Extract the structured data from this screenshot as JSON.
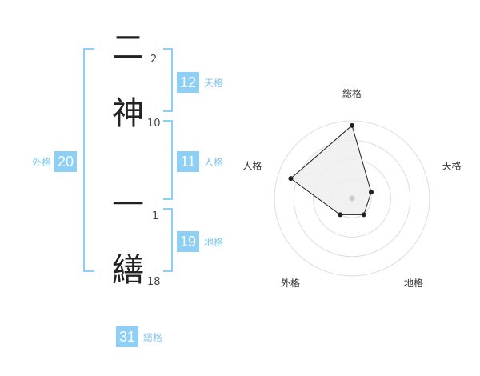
{
  "name": {
    "chars": [
      {
        "char": "二",
        "strokes": "2"
      },
      {
        "char": "神",
        "strokes": "10"
      },
      {
        "char": "一",
        "strokes": "1"
      },
      {
        "char": "繕",
        "strokes": "18"
      }
    ]
  },
  "kaku": {
    "tenkaku": {
      "value": "12",
      "label": "天格"
    },
    "jinkaku": {
      "value": "11",
      "label": "人格"
    },
    "chikaku": {
      "value": "19",
      "label": "地格"
    },
    "gaikaku": {
      "value": "20",
      "label": "外格"
    },
    "soukaku": {
      "value": "31",
      "label": "総格"
    }
  },
  "chart_data": {
    "type": "radar",
    "axes": [
      "総格",
      "天格",
      "地格",
      "外格",
      "人格"
    ],
    "values": [
      0.94,
      0.26,
      0.26,
      0.26,
      0.83
    ],
    "rings": 4,
    "colors": {
      "fill": "#eeeeee",
      "stroke": "#222222",
      "grid": "#dddddd",
      "center": "#cccccc"
    }
  }
}
